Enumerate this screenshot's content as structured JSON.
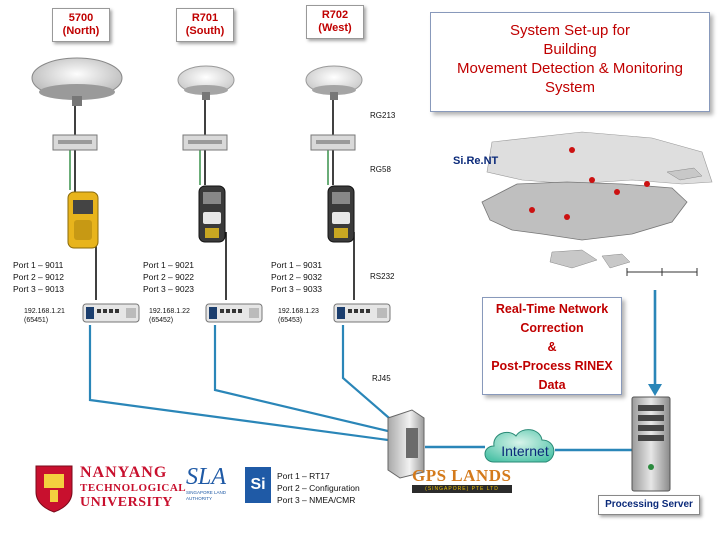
{
  "receivers": [
    {
      "name_line1": "5700",
      "name_line2": "(North)",
      "ports": [
        "Port 1 – 9011",
        "Port 2 – 9012",
        "Port 3 – 9013"
      ],
      "ip": "192.168.1.21",
      "ip_sub": "(65451)"
    },
    {
      "name_line1": "R701",
      "name_line2": "(South)",
      "ports": [
        "Port 1 – 9021",
        "Port 2 – 9022",
        "Port 3 – 9023"
      ],
      "ip": "192.168.1.22",
      "ip_sub": "(65452)"
    },
    {
      "name_line1": "R702",
      "name_line2": "(West)",
      "ports": [
        "Port 1 – 9031",
        "Port 2 – 9032",
        "Port 3 – 9033"
      ],
      "ip": "192.168.1.23",
      "ip_sub": "(65453)"
    }
  ],
  "title": [
    "System Set-up for",
    "Building",
    "Movement Detection & Monitoring",
    "System"
  ],
  "cables": {
    "rg213": "RG213",
    "rg58": "RG58",
    "rs232": "RS232",
    "rj45": "RJ45"
  },
  "map": {
    "network_label": "Si.Re.NT"
  },
  "realtime": [
    "Real-Time Network",
    "Correction",
    "&",
    "Post-Process RINEX",
    "Data"
  ],
  "internet": "Internet",
  "router_ports": [
    "Port 1 – RT17",
    "Port 2 – Configuration",
    "Port 3 – NMEA/CMR"
  ],
  "server_label": "Processing Server",
  "logos": {
    "ntu_line1": "NANYANG",
    "ntu_line2": "TECHNOLOGICAL",
    "ntu_line3": "UNIVERSITY",
    "sla": "SLA",
    "sla_sub": "SINGAPORE LAND AUTHORITY",
    "gps_lands": "GPS LANDS",
    "gps_lands_sub": "(SINGAPORE) PTE LTD",
    "si": "Si"
  },
  "colors": {
    "label_red": "#c00000",
    "server_blue": "#0b2a7a",
    "cable_blue": "#2a86b8",
    "cable_green": "#2b8a3e",
    "cable_black": "#111111"
  }
}
